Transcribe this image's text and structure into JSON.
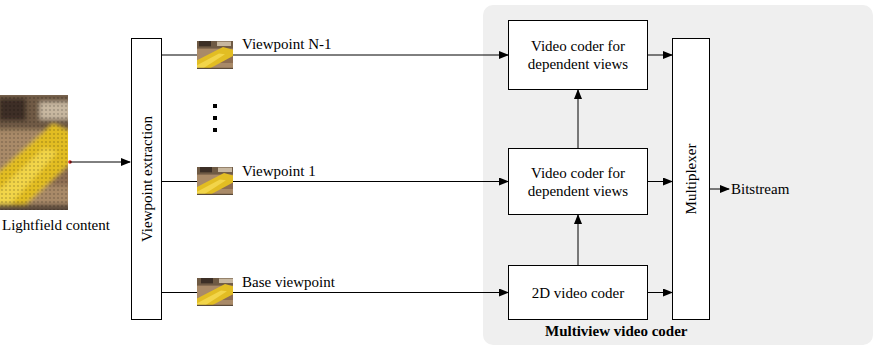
{
  "diagram": {
    "nodes": [
      {
        "text": [
          "Viewpoint extraction"
        ]
      },
      {
        "text": [
          "Multiview video coder"
        ]
      },
      {
        "text": [
          "Video coder for dependent views"
        ],
        "in": 1
      },
      {
        "text": [
          "Video coder for dependent views"
        ],
        "in": 1
      },
      {
        "text": [
          "2D video coder"
        ],
        "in": 1
      },
      {
        "text": [
          "Multiplexer"
        ],
        "in": 1
      }
    ],
    "edges": [
      {
        "from": 0,
        "to": 2,
        "label": "Viewpoint N-1",
        "arrow": "to"
      },
      {
        "from": 0,
        "to": 3,
        "label": "Viewpoint 1",
        "arrow": "to"
      },
      {
        "from": 0,
        "to": 4,
        "label": "Base viewpoint",
        "arrow": "to"
      },
      {
        "from": 4,
        "to": 3,
        "arrow": "to"
      },
      {
        "from": 3,
        "to": 2,
        "arrow": "to"
      },
      {
        "from": 2,
        "to": 5,
        "arrow": "to"
      },
      {
        "from": 3,
        "to": 5,
        "arrow": "to"
      },
      {
        "from": 4,
        "to": 5,
        "arrow": "to"
      }
    ],
    "labels": [
      "Lightfield content",
      "Bitstream"
    ]
  }
}
